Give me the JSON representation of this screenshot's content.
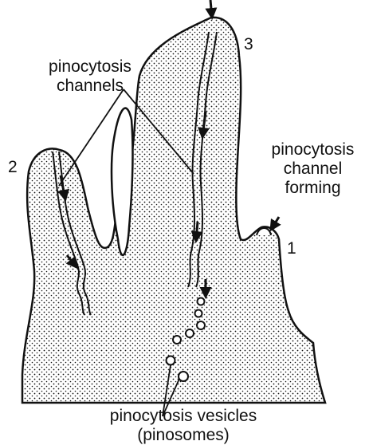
{
  "labels": {
    "channels_line1": "pinocytosis",
    "channels_line2": "channels",
    "forming_line1": "pinocytosis",
    "forming_line2": "channel",
    "forming_line3": "forming",
    "vesicles_line1": "pinocytosis vesicles",
    "vesicles_line2": "(pinosomes)"
  },
  "numbers": {
    "n1": "1",
    "n2": "2",
    "n3": "3"
  },
  "colors": {
    "ink": "#111111",
    "background": "#ffffff",
    "cell_fill": "#ffffff"
  }
}
